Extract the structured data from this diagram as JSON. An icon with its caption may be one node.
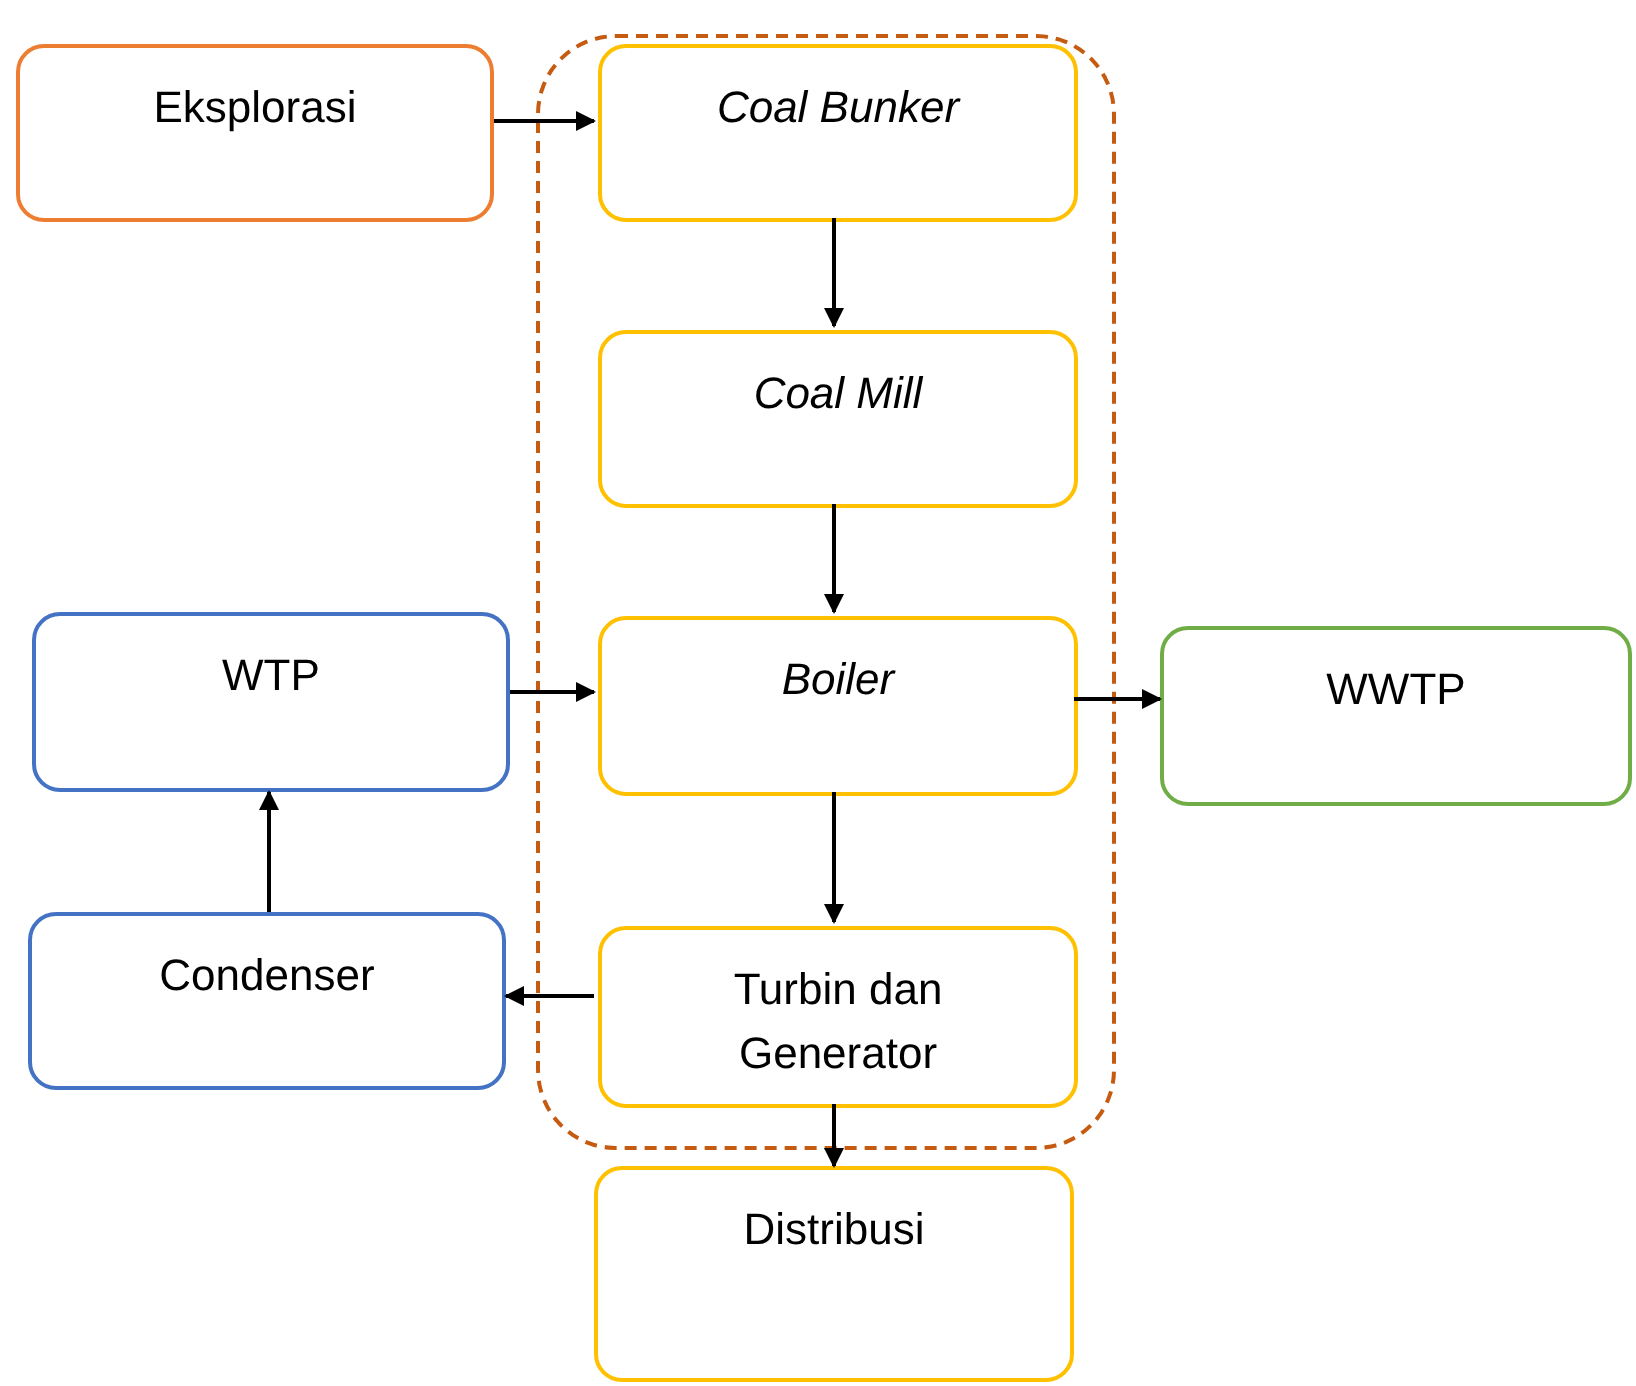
{
  "diagram": {
    "nodes": [
      {
        "text": [],
        "shape": "box"
      },
      {
        "text": [
          "Eksplorasi"
        ]
      },
      {
        "text": [
          "Coal Bunker"
        ],
        "in": 0
      },
      {
        "text": [
          "Coal Mill"
        ],
        "in": 0
      },
      {
        "text": [
          "WTP"
        ]
      },
      {
        "text": [
          "Boiler"
        ],
        "in": 0
      },
      {
        "text": [
          "WWTP"
        ]
      },
      {
        "text": [
          "Condenser"
        ]
      },
      {
        "text": [
          "Turbin dan Generator"
        ],
        "in": 0
      },
      {
        "text": [
          "Distribusi"
        ]
      }
    ],
    "edges": [
      {
        "from": 1,
        "to": 2,
        "arrow": "to"
      },
      {
        "from": 2,
        "to": 3,
        "arrow": "to"
      },
      {
        "from": 3,
        "to": 5,
        "arrow": "to"
      },
      {
        "from": 4,
        "to": 5,
        "arrow": "to"
      },
      {
        "from": 5,
        "to": 6,
        "arrow": "to"
      },
      {
        "from": 5,
        "to": 8,
        "arrow": "to"
      },
      {
        "from": 8,
        "to": 7,
        "arrow": "to"
      },
      {
        "from": 7,
        "to": 4,
        "arrow": "to"
      },
      {
        "from": 8,
        "to": 9,
        "arrow": "to"
      }
    ]
  }
}
